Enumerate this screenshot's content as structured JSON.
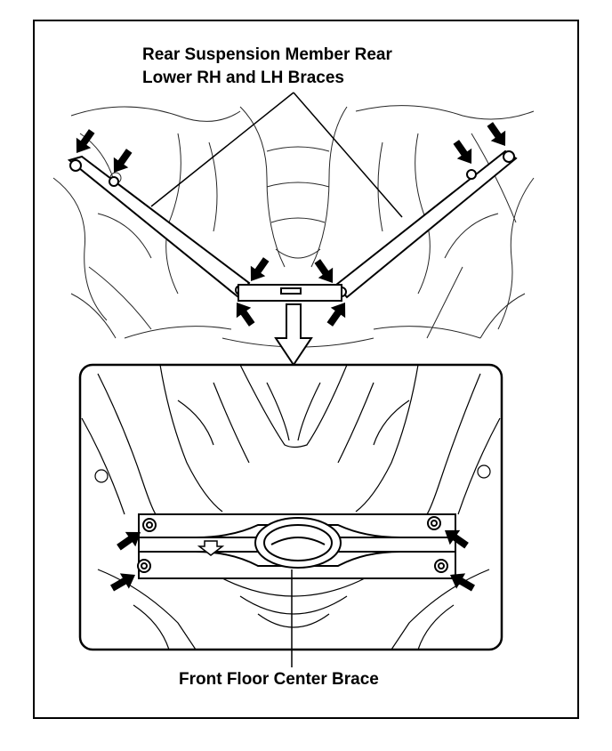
{
  "labels": {
    "rear_braces_line1": "Rear Suspension Member Rear",
    "rear_braces_line2": "Lower RH and LH Braces",
    "front_brace": "Front Floor Center Brace"
  },
  "colors": {
    "ink": "#000000",
    "paper": "#ffffff"
  }
}
